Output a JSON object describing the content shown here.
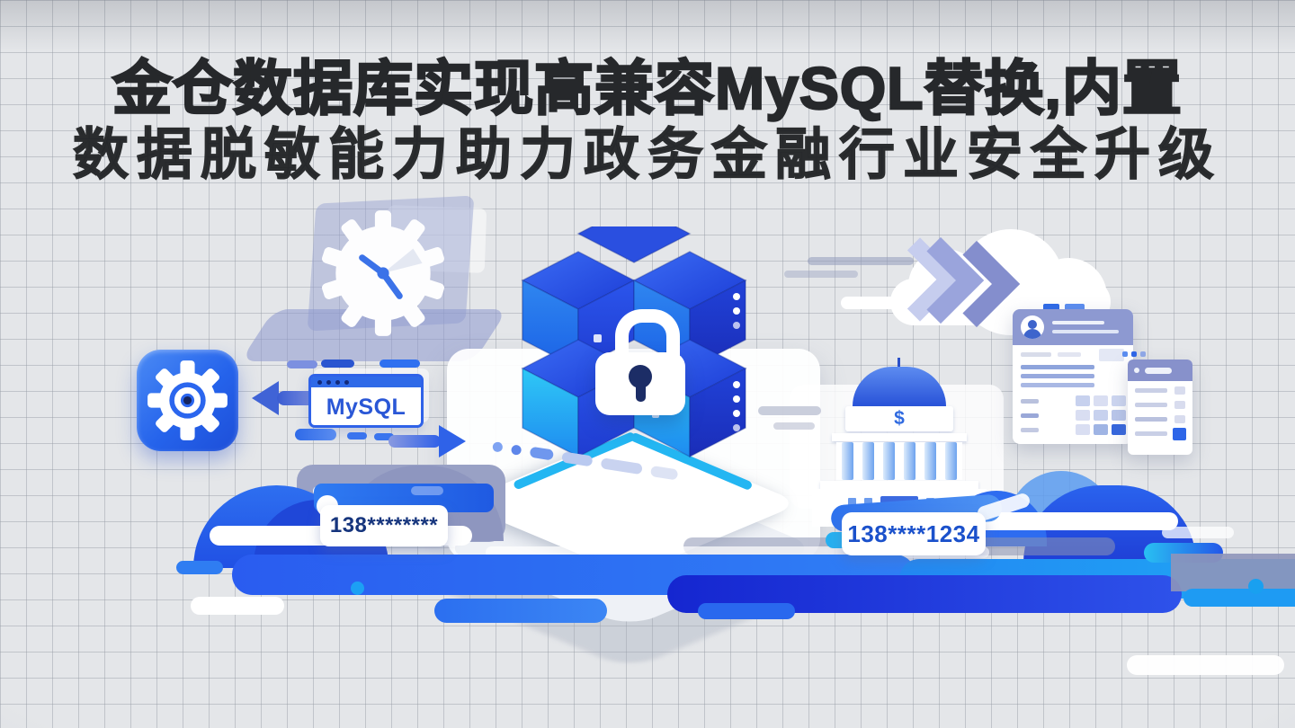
{
  "title": {
    "line1": "金仓数据库实现高兼容MySQL替换,内置",
    "line2": "数据脱敏能力助力政务金融行业安全升级"
  },
  "labels": {
    "mysql": "MySQL",
    "masked_phone_left": "138********",
    "masked_phone_right": "138****1234",
    "currency_symbol": "$"
  },
  "icons": [
    "gear-app-icon",
    "gear-clock-icon",
    "padlock-icon",
    "database-cubes-icon",
    "arrow-left-icon",
    "arrow-right-icon",
    "chevron-right-icon",
    "cloud-icon",
    "bank-icon",
    "laptop-icon",
    "document-card-icon",
    "avatar-icon"
  ],
  "colors": {
    "background": "#e4e6e9",
    "grid_line": "#c9ccd2",
    "title_text": "#26282b",
    "primary_blue": "#1e5ef0",
    "deep_blue": "#1630d4",
    "cyan_blue": "#1aa9f2",
    "periwinkle": "#8d97d2",
    "gray_blue": "#99a1c5",
    "masked_text_left": "#16357d",
    "masked_text_right": "#1b51cb"
  }
}
